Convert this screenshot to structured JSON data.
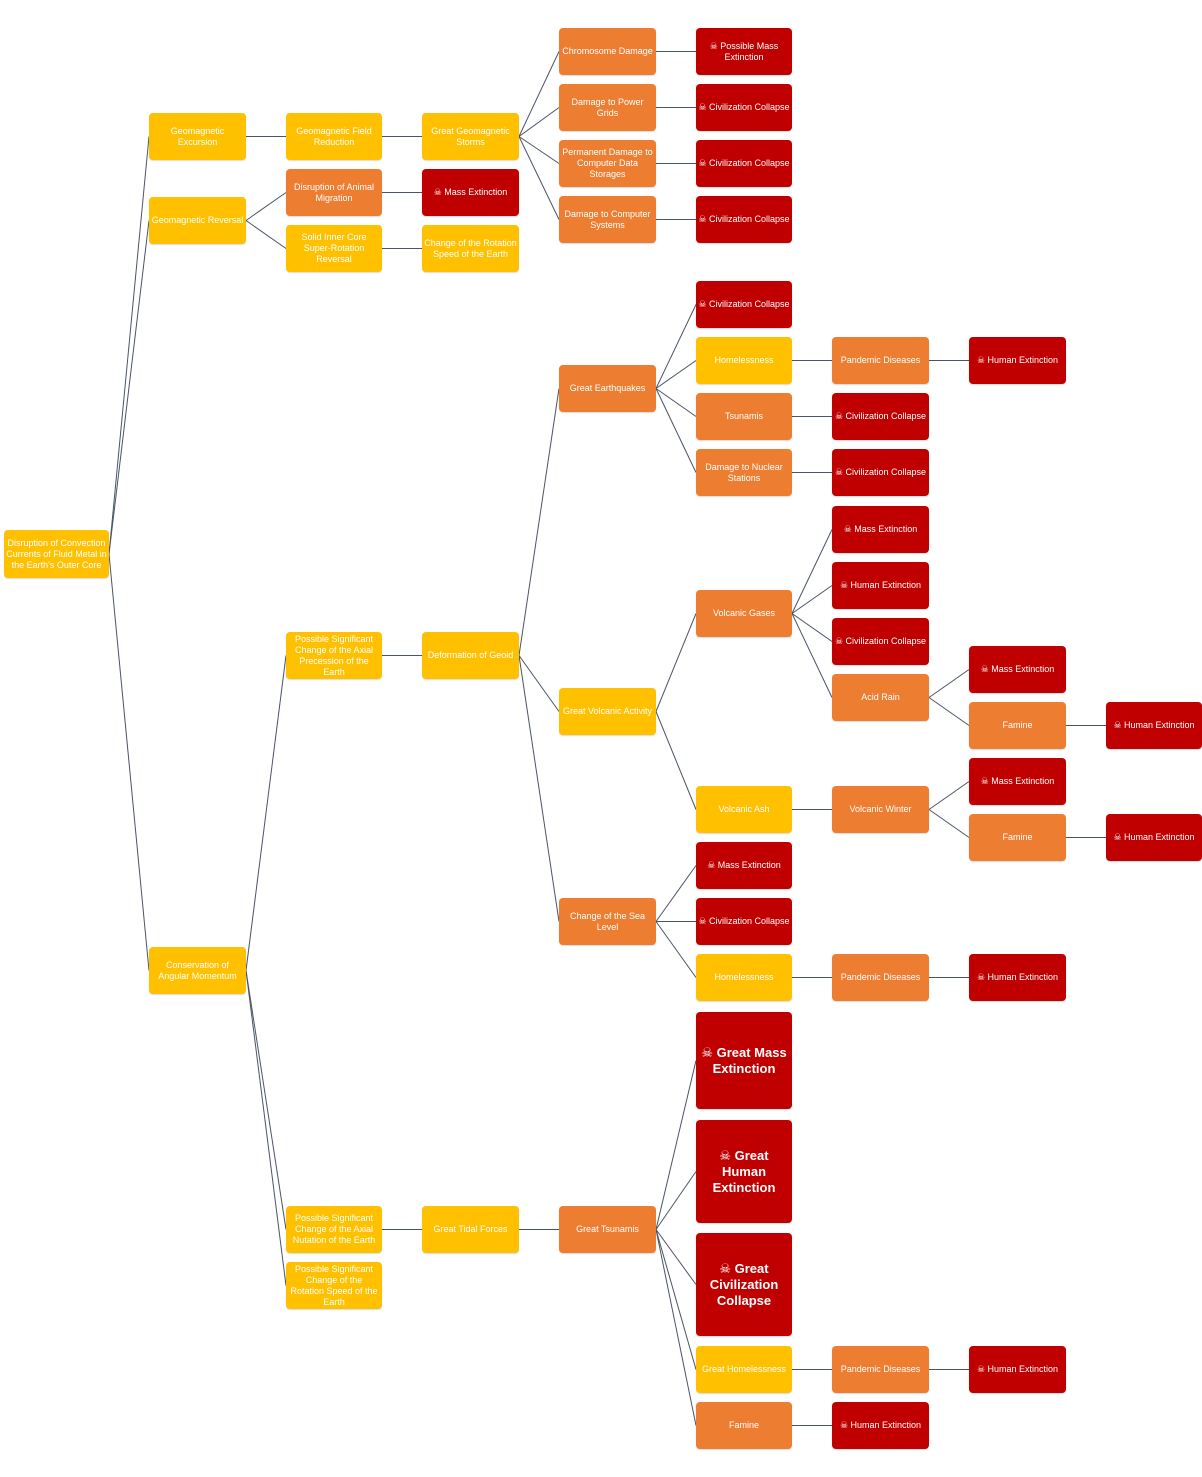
{
  "colors": {
    "yellow": "#ffc000",
    "orange": "#ed7d31",
    "red": "#c00000",
    "connector": "#4a5468"
  },
  "icon": "skull-crossbones-icon",
  "nodes": {
    "root": "Disruption of Convection Currents of Fluid Metal in the Earth's Outer Core",
    "geomagnetic_excursion": "Geomagnetic Excursion",
    "geomagnetic_reversal": "Geomagnetic Reversal",
    "conservation_angular_momentum": "Conservation of Angular Momentum",
    "geomagnetic_field_reduction": "Geomagnetic Field Reduction",
    "disruption_animal_migration": "Disruption of Animal Migration",
    "solid_inner_core": "Solid Inner Core Super-Rotation Reversal",
    "great_geomagnetic_storms": "Great Geomagnetic Storms",
    "mass_extinction_1": "☠ Mass Extinction",
    "change_rotation_speed_1": "Change of the Rotation Speed of the Earth",
    "chromosome_damage": "Chromosome Damage",
    "damage_power_grids": "Damage to Power Grids",
    "permanent_damage_storage": "Permanent Damage to Computer Data Storages",
    "damage_computer_systems": "Damage to Computer Systems",
    "possible_mass_extinction": "☠ Possible Mass Extinction",
    "civ_collapse_1": "☠ Civilization Collapse",
    "civ_collapse_2": "☠ Civilization Collapse",
    "civ_collapse_3": "☠ Civilization Collapse",
    "axial_precession": "Possible Significant Change of the Axial Precession of the Earth",
    "deformation_geoid": "Deformation of Geoid",
    "great_earthquakes": "Great Earthquakes",
    "great_volcanic_activity": "Great Volcanic Activity",
    "change_sea_level": "Change of the Sea Level",
    "eq_civ_collapse": "☠ Civilization Collapse",
    "eq_homelessness": "Homelessness",
    "eq_tsunamis": "Tsunamis",
    "eq_damage_nuclear": "Damage to Nuclear Stations",
    "eq_pandemic": "Pandemic Diseases",
    "eq_human_extinction": "☠ Human Extinction",
    "tsunamis_civ_collapse": "☠ Civilization Collapse",
    "nuclear_civ_collapse": "☠ Civilization Collapse",
    "volcanic_gases": "Volcanic Gases",
    "volcanic_ash": "Volcanic Ash",
    "gases_mass_extinction": "☠ Mass Extinction",
    "gases_human_extinction": "☠ Human Extinction",
    "gases_civ_collapse": "☠ Civilization Collapse",
    "acid_rain": "Acid Rain",
    "acid_mass_extinction": "☠ Mass Extinction",
    "acid_famine": "Famine",
    "acid_famine_human_extinction": "☠ Human Extinction",
    "volcanic_winter": "Volcanic Winter",
    "winter_mass_extinction": "☠ Mass Extinction",
    "winter_famine": "Famine",
    "winter_famine_human_extinction": "☠ Human Extinction",
    "sea_mass_extinction": "☠ Mass Extinction",
    "sea_civ_collapse": "☠ Civilization Collapse",
    "sea_homelessness": "Homelessness",
    "sea_pandemic": "Pandemic Diseases",
    "sea_human_extinction": "☠ Human Extinction",
    "axial_nutation": "Possible Significant Change of the Axial Nutation of the Earth",
    "change_rotation_speed_2": "Possible Significant Change of the Rotation Speed of the Earth",
    "great_tidal_forces": "Great Tidal Forces",
    "great_tsunamis": "Great Tsunamis",
    "great_mass_extinction": "☠ Great Mass Extinction",
    "great_human_extinction": "☠ Great Human Extinction",
    "great_civ_collapse": "☠ Great Civilization Collapse",
    "great_homelessness": "Great Homelessness",
    "gt_famine": "Famine",
    "gt_pandemic": "Pandemic Diseases",
    "gt_pandemic_human_extinction": "☠ Human Extinction",
    "gt_famine_human_extinction": "☠ Human Extinction"
  }
}
